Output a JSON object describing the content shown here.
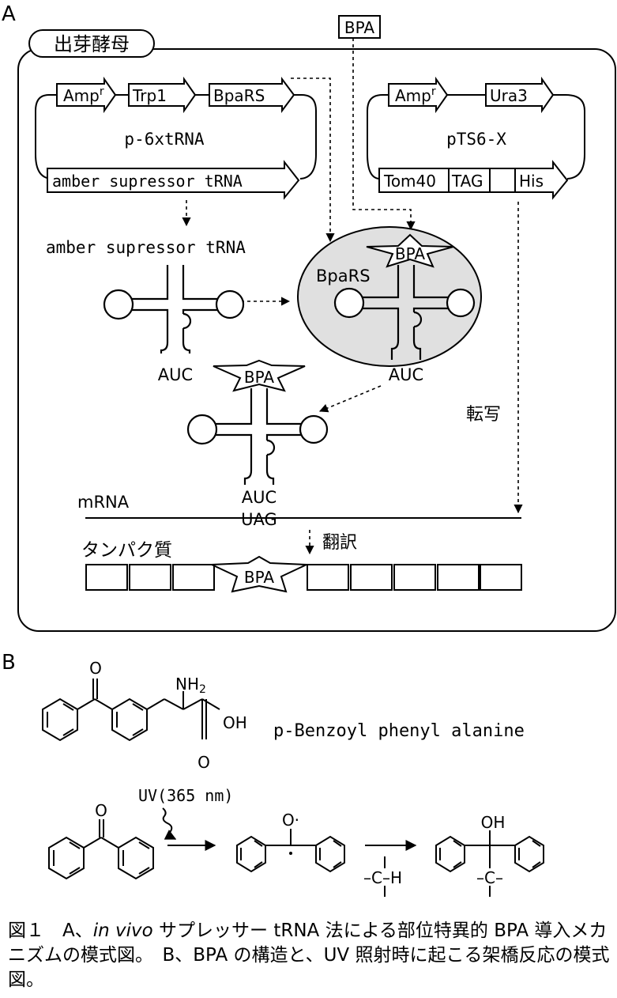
{
  "panel_a": {
    "label": "A",
    "yeast_label": "出芽酵母",
    "bpa_input": "BPA",
    "plasmid1": {
      "name": "p-6xtRNA",
      "genes": [
        "Amp",
        "Trp1",
        "BpaRS"
      ],
      "amp_superscript": "r",
      "bottom_gene": "amber supressor tRNA"
    },
    "plasmid2": {
      "name": "pTS6-X",
      "genes": [
        "Amp",
        "Ura3"
      ],
      "amp_superscript": "r",
      "bottom_segments": [
        "Tom40",
        "TAG",
        "",
        "His"
      ]
    },
    "trna_label": "amber supressor tRNA",
    "anticodon": "AUC",
    "enzyme_label": "BpaRS",
    "bpa_label": "BPA",
    "transcription_label": "転写",
    "mrna_label": "mRNA",
    "codon": "UAG",
    "translation_label": "翻訳",
    "protein_label": "タンパク質"
  },
  "panel_b": {
    "label": "B",
    "bpa_name": "p-Benzoyl phenyl alanine",
    "atoms": {
      "o": "O",
      "nh2": "NH",
      "nh2_sub": "2",
      "oh": "OH",
      "o2": "O"
    },
    "uv_label": "UV(365 nm)",
    "radical_o": "O·",
    "ch_fragment": "–C–H",
    "c_fragment": "–C–",
    "product_oh": "OH"
  },
  "caption": {
    "figure_no": "図１　A、",
    "invivo": "in vivo",
    "rest": " サプレッサー tRNA 法による部位特異的 BPA 導入メカニズムの模式図。　B、BPA の構造と、UV 照射時に起こる架橋反応の模式図。"
  }
}
